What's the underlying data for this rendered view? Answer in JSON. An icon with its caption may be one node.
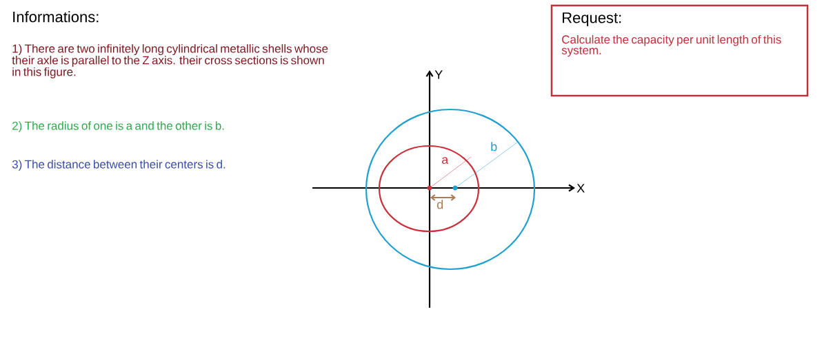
{
  "diagram": {
    "nodes": [
      {
        "text": [
          "Request:",
          "Calculate the capacity per unit length of this system."
        ]
      }
    ],
    "labels": [
      "Informations:",
      "1) There are two infinitely long cylindrical metallic shells whose their axle is parallel to the Z axis. their cross sections is shown in this figure.",
      "2) The radius of one is a and the other is b.",
      "3) The distance between their centers is d.",
      "Y",
      "b",
      "a",
      "X",
      "d"
    ]
  }
}
